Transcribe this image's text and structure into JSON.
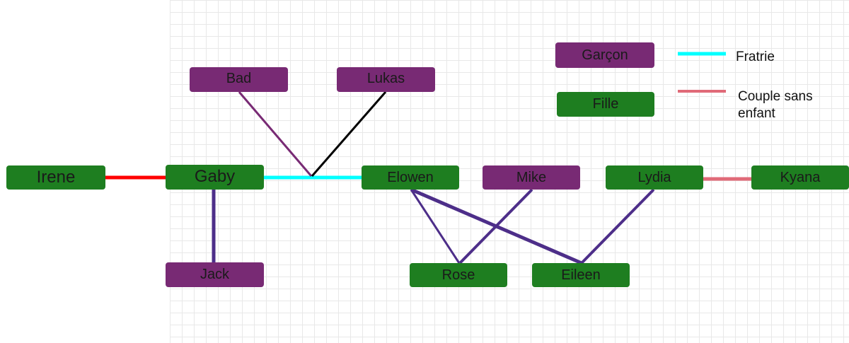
{
  "colors": {
    "garcon": "#782a74",
    "fille": "#1e7e20",
    "fratrie": "#00ffff",
    "couple_sans_enfant": "#e06a78",
    "couple": "#ff0000",
    "parent_child": "#4d2e89",
    "lukas_line": "#000000",
    "bad_line": "#782a74"
  },
  "nodes": {
    "irene": {
      "label": "Irene",
      "gender": "fille"
    },
    "gaby": {
      "label": "Gaby",
      "gender": "fille"
    },
    "bad": {
      "label": "Bad",
      "gender": "garcon"
    },
    "lukas": {
      "label": "Lukas",
      "gender": "garcon"
    },
    "elowen": {
      "label": "Elowen",
      "gender": "fille"
    },
    "mike": {
      "label": "Mike",
      "gender": "garcon"
    },
    "lydia": {
      "label": "Lydia",
      "gender": "fille"
    },
    "kyana": {
      "label": "Kyana",
      "gender": "fille"
    },
    "jack": {
      "label": "Jack",
      "gender": "garcon"
    },
    "rose": {
      "label": "Rose",
      "gender": "fille"
    },
    "eileen": {
      "label": "Eileen",
      "gender": "fille"
    }
  },
  "legend": {
    "garcon": "Garçon",
    "fille": "Fille",
    "fratrie": "Fratrie",
    "couple_sans_enfant_line1": "Couple sans",
    "couple_sans_enfant_line2": "enfant"
  }
}
